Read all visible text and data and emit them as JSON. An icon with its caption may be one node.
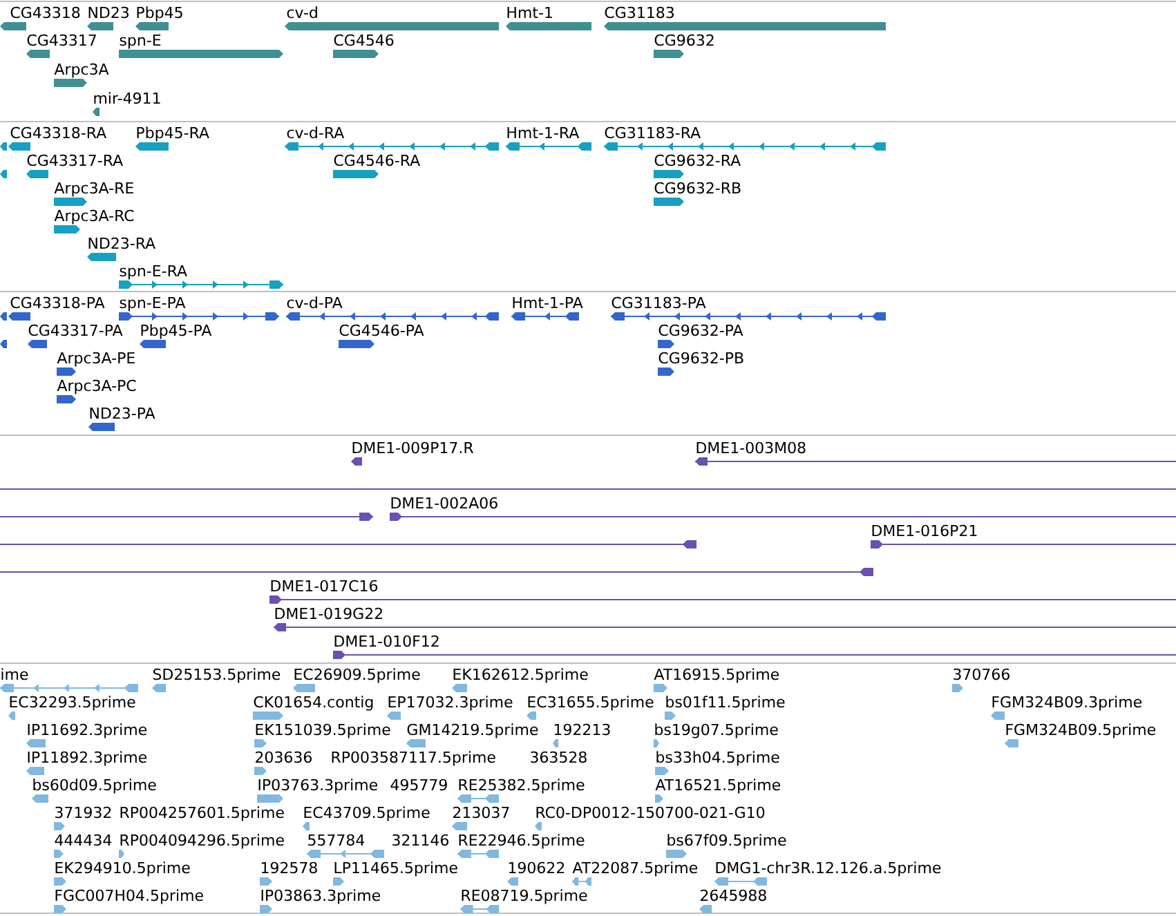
{
  "diagram": {
    "labels": [
      "CG43318",
      "ND23",
      "Pbp45",
      "cv-d",
      "Hmt-1",
      "CG31183",
      "CG43317",
      "spn-E",
      "CG4546",
      "CG9632",
      "Arpc3A",
      "mir-4911",
      "CG43318-RA",
      "Pbp45-RA",
      "cv-d-RA",
      "Hmt-1-RA",
      "CG31183-RA",
      "CG43317-RA",
      "CG4546-RA",
      "CG9632-RA",
      "Arpc3A-RE",
      "CG9632-RB",
      "Arpc3A-RC",
      "ND23-RA",
      "spn-E-RA",
      "CG43318-PA",
      "spn-E-PA",
      "cv-d-PA",
      "Hmt-1-PA",
      "CG31183-PA",
      "CG43317-PA",
      "Pbp45-PA",
      "CG4546-PA",
      "CG9632-PA",
      "Arpc3A-PE",
      "CG9632-PB",
      "Arpc3A-PC",
      "ND23-PA",
      "DME1-009P17.R",
      "DME1-003M08",
      "DME1-002A06",
      "DME1-016P21",
      "DME1-017C16",
      "DME1-019G22",
      "DME1-010F12",
      "ime",
      "SD25153.5prime",
      "EC26909.5prime",
      "EK162612.5prime",
      "AT16915.5prime",
      "370766",
      "EC32293.5prime",
      "CK01654.contig",
      "EP17032.3prime",
      "EC31655.5prime",
      "bs01f11.5prime",
      "FGM324B09.3prime",
      "IP11692.3prime",
      "EK151039.5prime",
      "GM14219.5prime",
      "192213",
      "bs19g07.5prime",
      "FGM324B09.5prime",
      "IP11892.3prime",
      "203636",
      "RP003587117.5prime",
      "363528",
      "bs33h04.5prime",
      "bs60d09.5prime",
      "IP03763.3prime",
      "495779",
      "RE25382.5prime",
      "AT16521.5prime",
      "371932",
      "RP004257601.5prime",
      "EC43709.5prime",
      "213037",
      "RC0-DP0012-150700-021-G10",
      "444434",
      "RP004094296.5prime",
      "557784",
      "321146",
      "RE22946.5prime",
      "bs67f09.5prime",
      "EK294910.5prime",
      "192578",
      "LP11465.5prime",
      "190622",
      "AT22087.5prime",
      "DMG1-chr3R.12.126.a.5prime",
      "FGC007H04.5prime",
      "IP03863.3prime",
      "RE08719.5prime",
      "2645988"
    ]
  }
}
